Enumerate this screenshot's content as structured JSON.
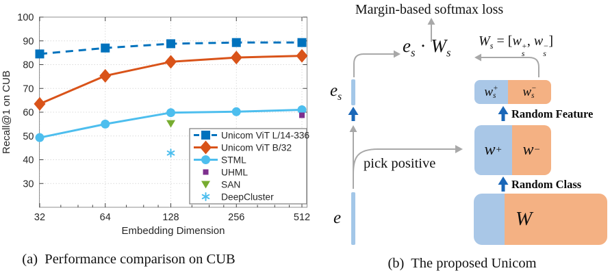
{
  "captions": {
    "a": "(a)  Performance comparison on CUB",
    "b": "(b)  The proposed Unicom"
  },
  "chart_data": {
    "type": "line",
    "title": "",
    "xlabel": "Embedding Dimension",
    "ylabel": "Recall@1 on CUB",
    "x": [
      32,
      64,
      128,
      256,
      512
    ],
    "x_scale": "log2",
    "xticks": [
      "32",
      "64",
      "128",
      "256",
      "512"
    ],
    "ylim": [
      20,
      100
    ],
    "yticks": [
      30,
      40,
      50,
      60,
      70,
      80,
      90,
      100
    ],
    "grid": true,
    "legend_position": "lower right",
    "series": [
      {
        "name": "Unicom ViT L/14-336",
        "color": "#0072BD",
        "line": "dashed",
        "marker": "square",
        "values": [
          84.5,
          87.0,
          88.8,
          89.3,
          89.3
        ]
      },
      {
        "name": "Unicom ViT B/32",
        "color": "#D95319",
        "line": "solid",
        "marker": "diamond",
        "values": [
          63.5,
          75.3,
          81.2,
          83.0,
          83.7
        ]
      },
      {
        "name": "STML",
        "color": "#4DBEEE",
        "line": "solid",
        "marker": "circle",
        "values": [
          49.3,
          55.0,
          59.8,
          60.2,
          61.0
        ]
      },
      {
        "name": "UHML",
        "color": "#7E2F8E",
        "line": "none",
        "marker": "square-small",
        "points": [
          [
            512,
            58.7
          ]
        ]
      },
      {
        "name": "SAN",
        "color": "#77AC30",
        "line": "none",
        "marker": "triangle-down",
        "points": [
          [
            128,
            55.2
          ]
        ]
      },
      {
        "name": "DeepCluster",
        "color": "#4DBEEE",
        "line": "none",
        "marker": "asterisk",
        "points": [
          [
            128,
            42.8
          ]
        ]
      }
    ]
  },
  "diagram": {
    "loss_label": "Margin-based softmax loss",
    "pick_positive_label": "pick positive",
    "random_feature_label": "Random Feature",
    "random_class_label": "Random Class",
    "math": {
      "e": "e",
      "w": "w",
      "W": "W",
      "s": "s",
      "dot": "·",
      "plus": "+",
      "minus": "−",
      "equals": "=",
      "open_bracket": "[",
      "close_bracket": "]",
      "comma": ","
    },
    "colors": {
      "positive_blue": "#A9C7E7",
      "negative_orange": "#F4B183",
      "bar_blue": "#A3C7E8",
      "arrow_blue": "#1A67B8",
      "arrow_gray": "#A8A8A8"
    }
  }
}
